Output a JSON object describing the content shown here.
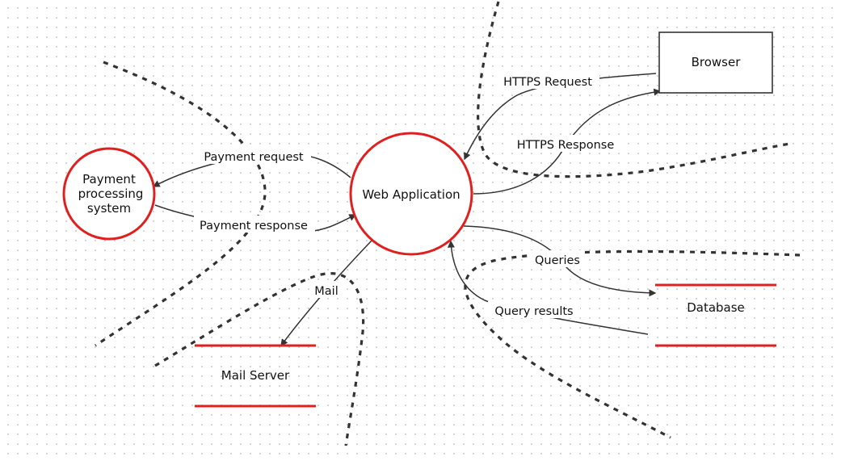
{
  "colors": {
    "process_stroke": "#e02020",
    "datastore_stroke": "#e02020",
    "entity_stroke": "#333333",
    "flow_stroke": "#333333",
    "boundary_stroke": "#333333"
  },
  "diagram": {
    "processes": [
      {
        "id": "web-application",
        "label_lines": [
          "Web Application"
        ]
      },
      {
        "id": "payment-processing-system",
        "label_lines": [
          "Payment",
          "processing",
          "system"
        ]
      }
    ],
    "external_entities": [
      {
        "id": "browser",
        "label": "Browser"
      }
    ],
    "data_stores": [
      {
        "id": "database",
        "label": "Database"
      },
      {
        "id": "mail-server",
        "label": "Mail Server"
      }
    ],
    "flows": [
      {
        "id": "https-request",
        "label": "HTTPS Request",
        "from": "browser",
        "to": "web-application"
      },
      {
        "id": "https-response",
        "label": "HTTPS Response",
        "from": "web-application",
        "to": "browser"
      },
      {
        "id": "payment-request",
        "label": "Payment request",
        "from": "web-application",
        "to": "payment-processing-system"
      },
      {
        "id": "payment-response",
        "label": "Payment response",
        "from": "payment-processing-system",
        "to": "web-application"
      },
      {
        "id": "mail",
        "label": "Mail",
        "from": "web-application",
        "to": "mail-server"
      },
      {
        "id": "queries",
        "label": "Queries",
        "from": "web-application",
        "to": "database"
      },
      {
        "id": "query-results",
        "label": "Query results",
        "from": "database",
        "to": "web-application"
      }
    ],
    "trust_boundaries_count": 4
  }
}
